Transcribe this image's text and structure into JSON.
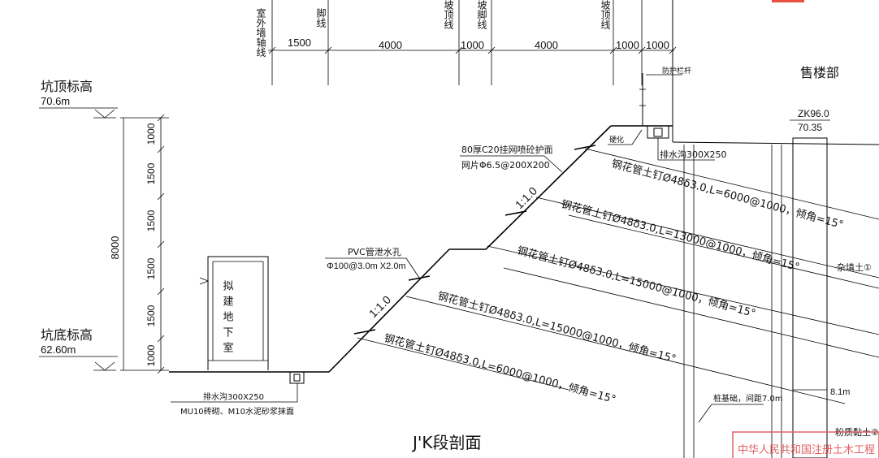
{
  "drawing": {
    "section_title": "J'K段剖面",
    "top_axis_labels": {
      "outer_wall_axis": "室外墙轴线",
      "foot_line_1": "脚线",
      "slope_top_line": "坡顶线",
      "foot_line_2": "坡脚线",
      "top_line_right": "坡顶线"
    },
    "top_dimensions": [
      "1500",
      "4000",
      "1000",
      "4000",
      "1000",
      "1000"
    ],
    "left_labels": {
      "pit_top": "坑顶标高",
      "pit_top_value": "70.6m",
      "pit_bottom": "坑底标高",
      "pit_bottom_value": "62.60m"
    },
    "vertical_dimensions": {
      "total": "8000",
      "segments": [
        "1000",
        "1500",
        "1500",
        "1500",
        "1500",
        "1000"
      ]
    },
    "basement_label": "拟建地下室",
    "slope_ratios": [
      "1:1.0",
      "1:1.0"
    ],
    "annotations": {
      "shotcrete": "80厚C20挂网喷砼护面",
      "mesh": "网片Φ6.5@200X200",
      "pvc_drain": "PVC管泄水孔",
      "pvc_spec": "Φ100@3.0m X2.0m",
      "guardrail": "防护栏杆",
      "hardening": "硬化",
      "top_ditch": "排水沟300X250",
      "bottom_ditch": "排水沟300X250",
      "bottom_ditch_material": "MU10砖砌、M10水泥砂浆抹面",
      "sales_office": "售楼部",
      "borehole_id": "ZK96.0",
      "borehole_elev": "70.35",
      "fill_soil": "杂填土①",
      "silty_clay": "粉质黏土②",
      "depth_mark": "8.1m",
      "pile_note": "桩基础，间距7.0m",
      "stamp_text": "中华人民共和国注册土木工程"
    },
    "nails": [
      "钢花管土钉Ø48δ3.0,L=6000@1000，倾角=15°",
      "钢花管土钉Ø48δ3.0,L=13000@1000，倾角=15°",
      "钢花管土钉Ø48δ3.0,L=15000@1000，倾角=15°",
      "钢花管土钉Ø48δ3.0,L=15000@1000，倾角=15°",
      "钢花管土钉Ø48δ3.0,L=6000@1000，倾角=15°"
    ]
  }
}
